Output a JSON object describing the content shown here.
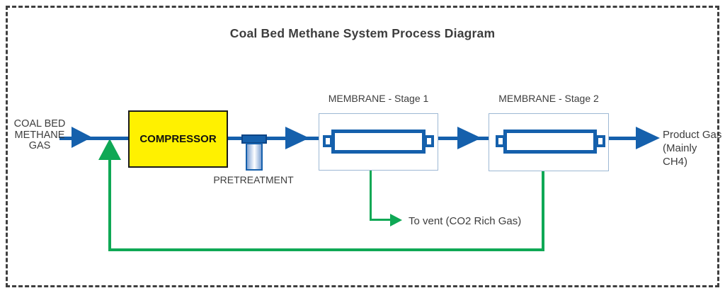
{
  "title": "Coal Bed Methane System Process Diagram",
  "feed_label": {
    "line1": "COAL BED",
    "line2": "METHANE",
    "line3": "GAS"
  },
  "compressor": {
    "label": "COMPRESSOR"
  },
  "pretreatment": {
    "label": "PRETREATMENT"
  },
  "membrane_stage1": {
    "label": "MEMBRANE - Stage 1"
  },
  "membrane_stage2": {
    "label": "MEMBRANE - Stage 2"
  },
  "product_label": {
    "line1": "Product Gas",
    "line2": "(Mainly CH4)"
  },
  "vent_label": "To vent (CO2 Rich Gas)",
  "colors": {
    "flow_blue": "#1560ac",
    "stream_green": "#0fa855",
    "compressor_fill": "#fff100",
    "compressor_border": "#1a1a1a",
    "membrane_box_border": "#9db8d4",
    "membrane_icon_blue": "#1560ac",
    "text": "#3d3d3d",
    "frame_dash": "#3f3f3f"
  }
}
